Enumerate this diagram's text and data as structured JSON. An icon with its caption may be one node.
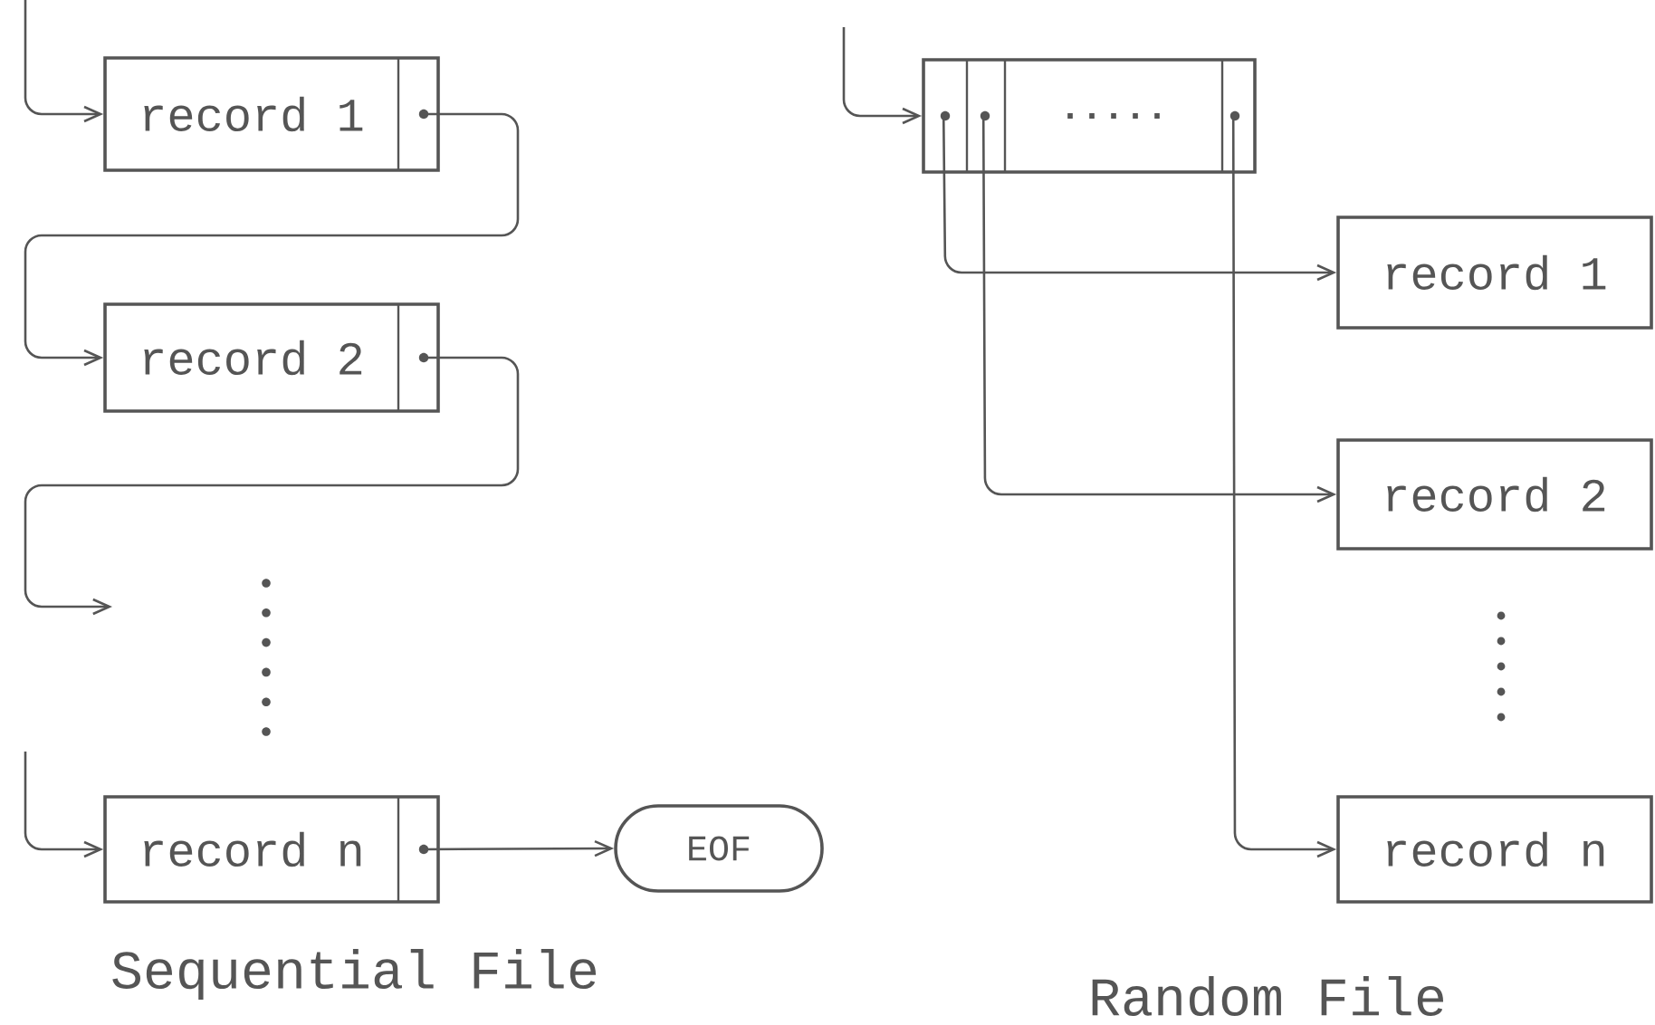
{
  "diagram": {
    "nodes": [
      {
        "text": [
          "record 1"
        ]
      },
      {
        "text": [
          "record 2"
        ]
      },
      {
        "text": [
          "record n"
        ]
      },
      {
        "text": [
          "EOF"
        ]
      },
      {
        "text": [
          "....."
        ]
      },
      {
        "text": [
          "record 1"
        ]
      },
      {
        "text": [
          "record 2"
        ]
      },
      {
        "text": [
          "record n"
        ]
      }
    ],
    "edges": [
      {
        "from": null,
        "to": 0,
        "arrow": "to"
      },
      {
        "from": 0,
        "to": 1,
        "arrow": "to"
      },
      {
        "from": 1,
        "to": null,
        "arrow": "to"
      },
      {
        "from": null,
        "to": 2,
        "arrow": "to"
      },
      {
        "from": 2,
        "to": 3,
        "arrow": "to"
      },
      {
        "from": null,
        "to": 4,
        "arrow": "to"
      },
      {
        "from": 4,
        "to": 5,
        "arrow": "to"
      },
      {
        "from": 4,
        "to": 6,
        "arrow": "to"
      },
      {
        "from": 4,
        "to": 7,
        "arrow": "to"
      }
    ],
    "labels": [
      "Sequential File",
      "Random File"
    ]
  }
}
